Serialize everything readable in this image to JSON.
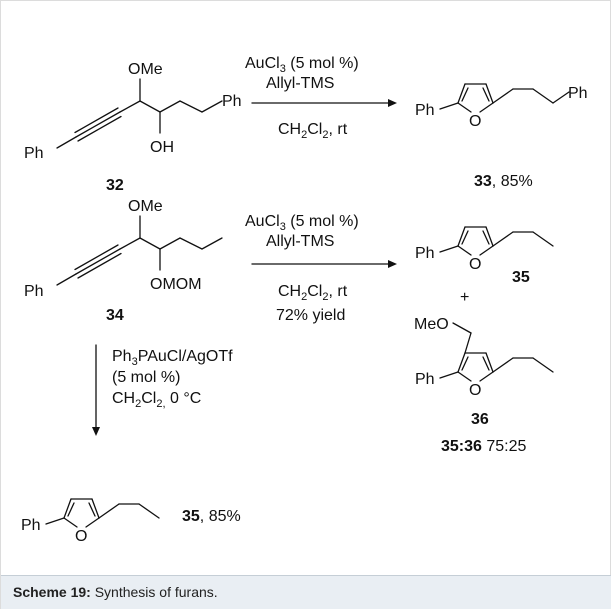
{
  "labels": {
    "ph": "Ph",
    "ome": "OMe",
    "oh": "OH",
    "omom": "OMOM",
    "meo": "MeO",
    "ring_o": "O",
    "plus": "+"
  },
  "compounds": {
    "c32": "32",
    "c33": "33",
    "c34": "34",
    "c35": "35",
    "c36": "36"
  },
  "yields": {
    "y33": ", 85%",
    "y35": ", 85%",
    "ratio_label": "35:36",
    "ratio_value": " 75:25"
  },
  "reaction1": {
    "catalyst_main": "AuCl",
    "catalyst_sub": "3",
    "catalyst_rest": " (5 mol %)",
    "additive": "Allyl-TMS",
    "solvent_a": "CH",
    "solvent_sub1": "2",
    "solvent_b": "Cl",
    "solvent_sub2": "2",
    "solvent_rest": ", rt"
  },
  "reaction2": {
    "catalyst_main": "AuCl",
    "catalyst_sub": "3",
    "catalyst_rest": " (5 mol %)",
    "additive": "Allyl-TMS",
    "solvent_a": "CH",
    "solvent_sub1": "2",
    "solvent_b": "Cl",
    "solvent_sub2": "2",
    "solvent_rest": ", rt",
    "yield": "72% yield"
  },
  "reaction3": {
    "catalyst_a": "Ph",
    "catalyst_sub": "3",
    "catalyst_b": "PAuCl/AgOTf",
    "loading": "(5 mol %)",
    "solvent_a": "CH",
    "solvent_sub1": "2",
    "solvent_b": "Cl",
    "solvent_sub2": "2,",
    "solvent_rest": " 0 °C"
  },
  "caption": {
    "label": "Scheme 19:",
    "text": " Synthesis of furans."
  }
}
